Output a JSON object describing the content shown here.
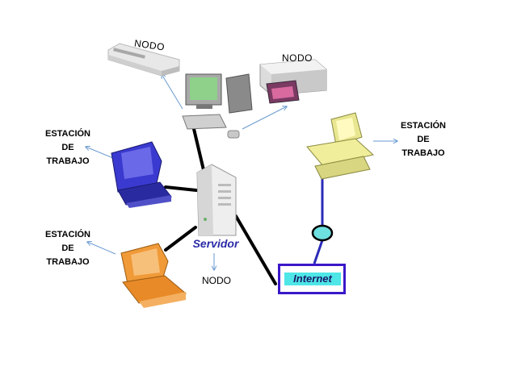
{
  "diagram": {
    "labels": {
      "nodo_printer_left": "NODO",
      "nodo_printer_right": "NODO",
      "workstation_left": [
        "ESTACIÓN",
        "DE",
        "TRABAJO"
      ],
      "workstation_right": [
        "ESTACIÓN",
        "DE",
        "TRABAJO"
      ],
      "workstation_bottom": [
        "ESTACIÓN",
        "DE",
        "TRABAJO"
      ],
      "server": "Servidor",
      "nodo_server": "NODO",
      "internet": "Internet"
    },
    "colors": {
      "workstation_blue": "#3a3ad0",
      "workstation_orange": "#f09a38",
      "workstation_yellow": "#f0ee9a",
      "workstation_green": "#8fd08a",
      "server": "#eeeeee",
      "internet_border": "#3a18c8",
      "internet_fill": "#4ee6e6",
      "connector_node": "#6fe0e0",
      "cable": "#000000",
      "arrow": "#6a9ad0"
    },
    "icons": [
      "printer-icon",
      "photo-printer-icon",
      "desktop-computer-icon",
      "server-tower-icon",
      "network-node-icon"
    ]
  }
}
